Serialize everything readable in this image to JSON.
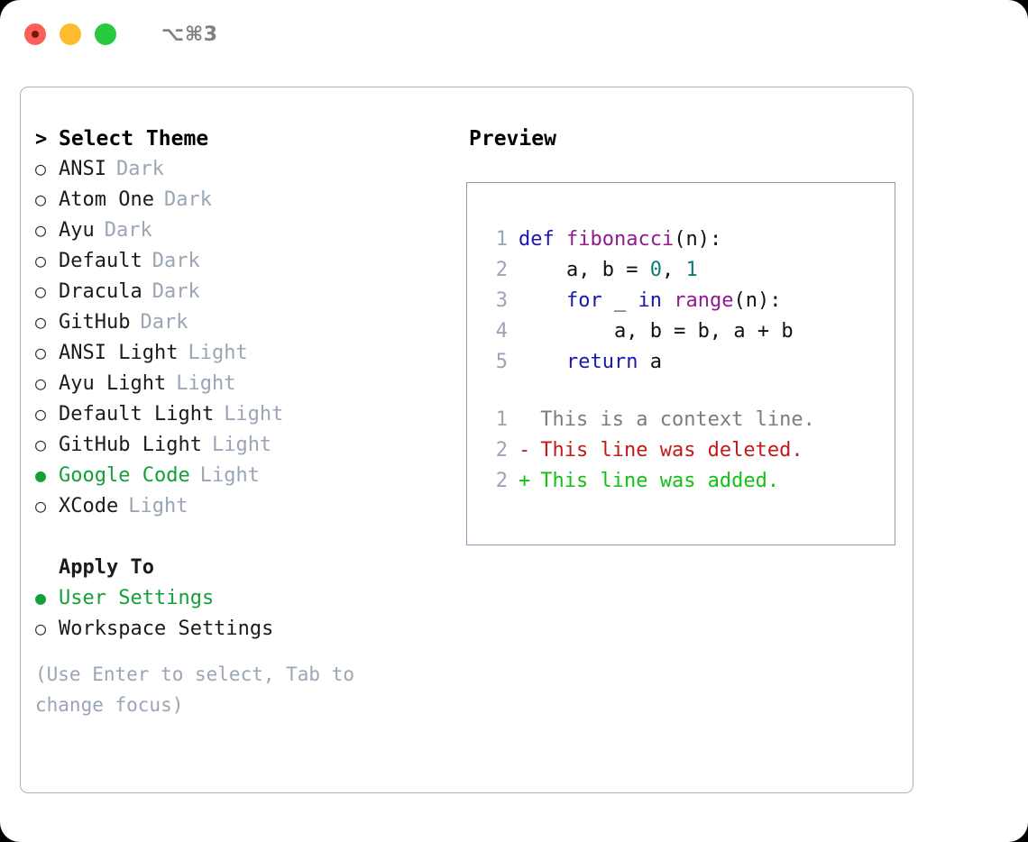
{
  "titlebar": {
    "shortcut": "⌥⌘3",
    "buttons": [
      "close",
      "minimize",
      "zoom"
    ]
  },
  "theme_list": {
    "header_marker": ">",
    "header_label": "Select Theme",
    "unselected_marker": "○",
    "selected_marker": "●",
    "items": [
      {
        "marker": "○",
        "label": "ANSI",
        "variant": "Dark",
        "selected": false
      },
      {
        "marker": "○",
        "label": "Atom One",
        "variant": "Dark",
        "selected": false
      },
      {
        "marker": "○",
        "label": "Ayu",
        "variant": "Dark",
        "selected": false
      },
      {
        "marker": "○",
        "label": "Default",
        "variant": "Dark",
        "selected": false
      },
      {
        "marker": "○",
        "label": "Dracula",
        "variant": "Dark",
        "selected": false
      },
      {
        "marker": "○",
        "label": "GitHub",
        "variant": "Dark",
        "selected": false
      },
      {
        "marker": "○",
        "label": "ANSI Light",
        "variant": "Light",
        "selected": false
      },
      {
        "marker": "○",
        "label": "Ayu Light",
        "variant": "Light",
        "selected": false
      },
      {
        "marker": "○",
        "label": "Default Light",
        "variant": "Light",
        "selected": false
      },
      {
        "marker": "○",
        "label": "GitHub Light",
        "variant": "Light",
        "selected": false
      },
      {
        "marker": "●",
        "label": "Google Code",
        "variant": "Light",
        "selected": true
      },
      {
        "marker": "○",
        "label": "XCode",
        "variant": "Light",
        "selected": false
      }
    ]
  },
  "apply_to": {
    "header_label": "Apply To",
    "items": [
      {
        "marker": "●",
        "label": "User Settings",
        "selected": true
      },
      {
        "marker": "○",
        "label": "Workspace Settings",
        "selected": false
      }
    ]
  },
  "hint": "(Use Enter to select, Tab to change focus)",
  "preview": {
    "title": "Preview",
    "code_lines": [
      {
        "no": "1",
        "tokens": [
          {
            "t": "def ",
            "c": "kw"
          },
          {
            "t": "fibonacci",
            "c": "fn"
          },
          {
            "t": "(n):",
            "c": "pln"
          }
        ]
      },
      {
        "no": "2",
        "tokens": [
          {
            "t": "    a, b = ",
            "c": "pln"
          },
          {
            "t": "0",
            "c": "num"
          },
          {
            "t": ", ",
            "c": "pln"
          },
          {
            "t": "1",
            "c": "num"
          }
        ]
      },
      {
        "no": "3",
        "tokens": [
          {
            "t": "    ",
            "c": "pln"
          },
          {
            "t": "for",
            "c": "kw"
          },
          {
            "t": " _ ",
            "c": "pln"
          },
          {
            "t": "in",
            "c": "kw"
          },
          {
            "t": " ",
            "c": "pln"
          },
          {
            "t": "range",
            "c": "fn"
          },
          {
            "t": "(n):",
            "c": "pln"
          }
        ]
      },
      {
        "no": "4",
        "tokens": [
          {
            "t": "        a, b = b, a + b",
            "c": "pln"
          }
        ]
      },
      {
        "no": "5",
        "tokens": [
          {
            "t": "    ",
            "c": "pln"
          },
          {
            "t": "return",
            "c": "kw"
          },
          {
            "t": " a",
            "c": "pln"
          }
        ]
      }
    ],
    "diff_lines": [
      {
        "no": "1",
        "marker": " ",
        "text": "This is a context line.",
        "kind": "ctx"
      },
      {
        "no": "2",
        "marker": "-",
        "text": "This line was deleted.",
        "kind": "del"
      },
      {
        "no": "2",
        "marker": "+",
        "text": "This line was added.",
        "kind": "add"
      }
    ]
  },
  "colors": {
    "selected_green": "#14a038",
    "muted_grey": "#9aa5b5",
    "keyword_blue": "#1a18b0",
    "function_purple": "#911a91",
    "number_teal": "#0d7a7a",
    "diff_deleted_red": "#c21a1a",
    "diff_added_green": "#12c017",
    "panel_border": "#aab3c0"
  }
}
